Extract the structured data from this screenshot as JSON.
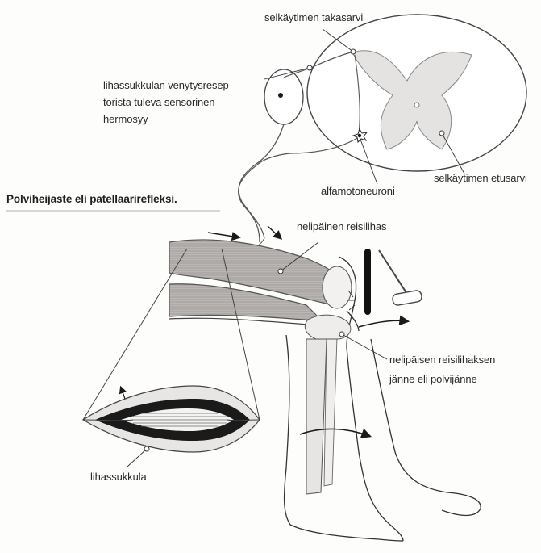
{
  "diagram": {
    "title": "Polviheijaste eli patellaarirefleksi.",
    "labels": {
      "dorsal_horn": "selkäytimen takasarvi",
      "sensory_nerve": [
        "lihassukkulan venytysresep-",
        "torista tuleva sensorinen",
        "hermosyy"
      ],
      "ventral_horn": "selkäytimen etusarvi",
      "alpha_motoneuron": "alfamotoneuroni",
      "quadriceps": "nelipäinen reisilihas",
      "tendon": [
        "nelipäisen reisilihaksen",
        "jänne eli polvijänne"
      ],
      "muscle_spindle": "lihassukkula"
    }
  }
}
